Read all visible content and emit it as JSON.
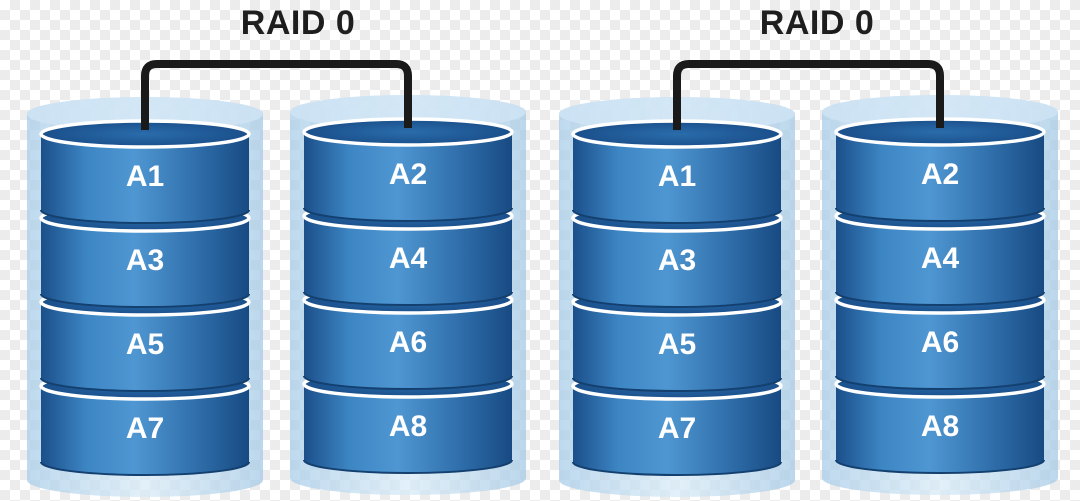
{
  "colors": {
    "disk_body": "#2f6fa8",
    "disk_top": "#1d5592",
    "rim": "#ffffff",
    "connector": "#1a1a1a",
    "title_text": "#1e1e1e"
  },
  "arrays": [
    {
      "title": "RAID 0",
      "disks": [
        {
          "segments": [
            "A1",
            "A3",
            "A5",
            "A7"
          ]
        },
        {
          "segments": [
            "A2",
            "A4",
            "A6",
            "A8"
          ]
        }
      ]
    },
    {
      "title": "RAID 0",
      "disks": [
        {
          "segments": [
            "A1",
            "A3",
            "A5",
            "A7"
          ]
        },
        {
          "segments": [
            "A2",
            "A4",
            "A6",
            "A8"
          ]
        }
      ]
    }
  ]
}
